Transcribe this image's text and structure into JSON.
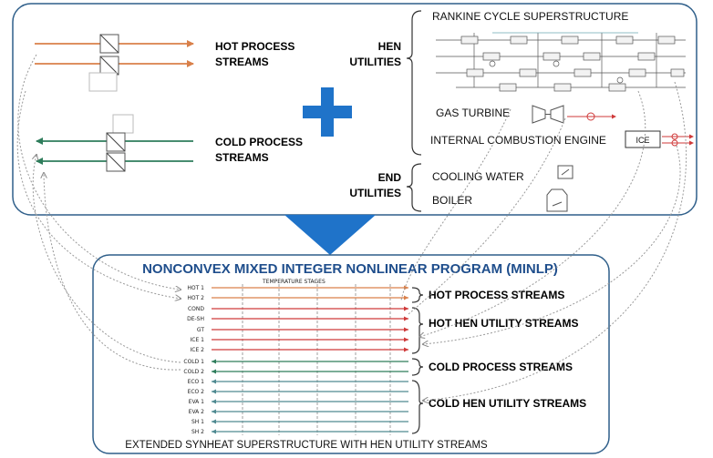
{
  "top_panel": {
    "hot_process_streams": [
      "HOT PROCESS",
      "STREAMS"
    ],
    "cold_process_streams": [
      "COLD PROCESS",
      "STREAMS"
    ],
    "hen_utilities": [
      "HEN",
      "UTILITIES"
    ],
    "end_utilities": [
      "END",
      "UTILITIES"
    ],
    "rankine": "RANKINE CYCLE SUPERSTRUCTURE",
    "gas_turbine": "GAS TURBINE",
    "ice": "INTERNAL COMBUSTION ENGINE",
    "ice_box": "ICE",
    "cooling_water": "COOLING WATER",
    "boiler": "BOILER"
  },
  "bottom_panel": {
    "title": "NONCONVEX MIXED INTEGER NONLINEAR PROGRAM (MINLP)",
    "temperature_stages": "TEMPERATURE STAGES",
    "caption": "EXTENDED SYNHEAT SUPERSTRUCTURE WITH HEN UTILITY STREAMS",
    "groups": {
      "hot_process": "HOT PROCESS STREAMS",
      "hot_hen_utility": "HOT HEN UTILITY STREAMS",
      "cold_process": "COLD PROCESS STREAMS",
      "cold_hen_utility": "COLD HEN UTILITY STREAMS"
    },
    "streams": [
      {
        "label": "HOT 1",
        "kind": "hot"
      },
      {
        "label": "HOT 2",
        "kind": "hot"
      },
      {
        "label": "COND",
        "kind": "hot"
      },
      {
        "label": "DE-SH",
        "kind": "hot"
      },
      {
        "label": "GT",
        "kind": "hot"
      },
      {
        "label": "ICE 1",
        "kind": "hot"
      },
      {
        "label": "ICE 2",
        "kind": "hot"
      },
      {
        "label": "COLD 1",
        "kind": "cold"
      },
      {
        "label": "COLD 2",
        "kind": "cold"
      },
      {
        "label": "ECO 1",
        "kind": "cold"
      },
      {
        "label": "ECO 2",
        "kind": "cold"
      },
      {
        "label": "EVA 1",
        "kind": "cold"
      },
      {
        "label": "EVA 2",
        "kind": "cold"
      },
      {
        "label": "SH 1",
        "kind": "cold"
      },
      {
        "label": "SH 2",
        "kind": "cold"
      }
    ]
  },
  "colors": {
    "hot_stream": "#d9804a",
    "cold_stream": "#2e7d5b",
    "hot_util": "#cf3a3a",
    "cold_util": "#4f8a91",
    "panel_border": "#2f5f8a",
    "plus_arrow": "#1f73c9",
    "title_blue": "#1f4e8c"
  }
}
